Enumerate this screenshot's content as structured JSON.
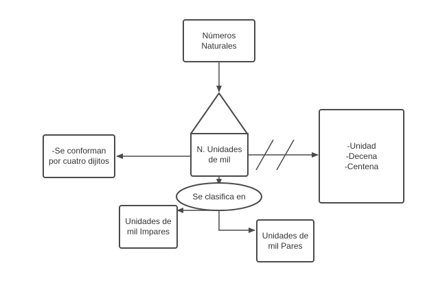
{
  "diagram": {
    "nodes": {
      "numeros_naturales": {
        "text": "Números\nNaturales",
        "shape": "rounded-rectangle"
      },
      "unidades_de_mil": {
        "text": "N. Unidades\nde mil",
        "shape": "house (triangle over rectangle)"
      },
      "se_conforman": {
        "text": "-Se conforman\npor cuatro dijitos",
        "shape": "rounded-rectangle"
      },
      "componentes": {
        "text": "-Unidad\n-Decena\n-Centena",
        "shape": "rounded-rectangle"
      },
      "se_clasifica": {
        "text": "Se clasifica en",
        "shape": "ellipse"
      },
      "impares": {
        "text": "Unidades de\nmil Impares",
        "shape": "rounded-rectangle"
      },
      "pares": {
        "text": "Unidades de\nmil Pares",
        "shape": "rounded-rectangle"
      }
    },
    "edges": [
      {
        "from": "numeros_naturales",
        "to": "unidades_de_mil"
      },
      {
        "from": "unidades_de_mil",
        "to": "se_conforman"
      },
      {
        "from": "unidades_de_mil",
        "to": "componentes",
        "marker": "double-slash"
      },
      {
        "from": "unidades_de_mil",
        "to": "se_clasifica"
      },
      {
        "from": "se_clasifica",
        "to": "impares"
      },
      {
        "from": "se_clasifica",
        "to": "pares"
      }
    ],
    "colors": {
      "stroke": "#4a4a4a",
      "text": "#333333",
      "background": "#ffffff"
    }
  }
}
